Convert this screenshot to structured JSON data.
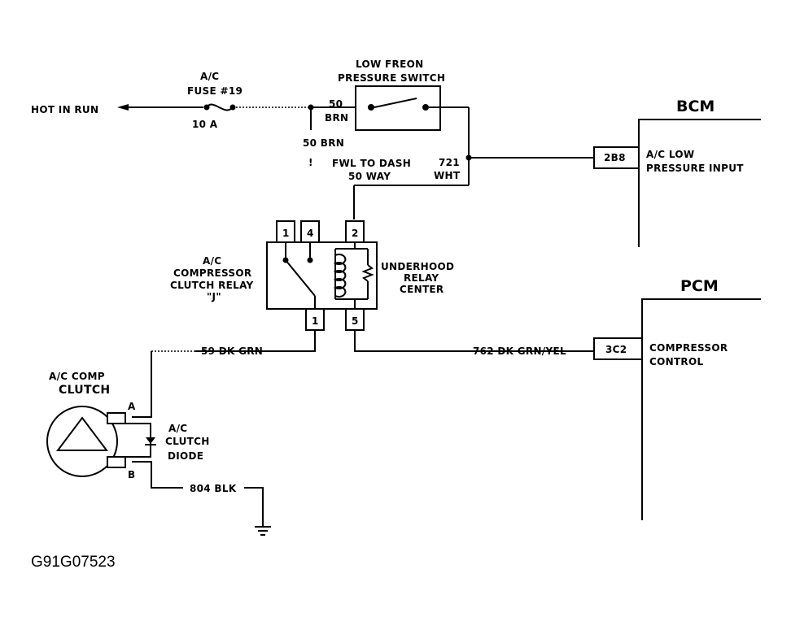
{
  "labels": {
    "hot_in_run": "HOT IN RUN",
    "fuse_line1": "A/C",
    "fuse_line2": "FUSE #19",
    "fuse_rating": "10 A",
    "wire_50_num": "50",
    "wire_50_color": "BRN",
    "wire_50_full": "50 BRN",
    "splice_mark": "!",
    "switch_line1": "LOW FREON",
    "switch_line2": "PRESSURE SWITCH",
    "connector_line1": "FWL TO DASH",
    "connector_line2": "50 WAY",
    "wire_721_num": "721",
    "wire_721_color": "WHT",
    "bcm_title": "BCM",
    "bcm_pin": "2B8",
    "bcm_input_line1": "A/C LOW",
    "bcm_input_line2": "PRESSURE INPUT",
    "relay_line1": "A/C",
    "relay_line2": "COMPRESSOR",
    "relay_line3": "CLUTCH RELAY",
    "relay_line4": "\"J\"",
    "relay_pins": [
      "1",
      "4",
      "2",
      "1",
      "5"
    ],
    "relay_center_line1": "UNDERHOOD",
    "relay_center_line2": "RELAY",
    "relay_center_line3": "CENTER",
    "pcm_title": "PCM",
    "pcm_pin": "3C2",
    "pcm_control_line1": "COMPRESSOR",
    "pcm_control_line2": "CONTROL",
    "wire_59": "59 DK GRN",
    "wire_762": "762 DK GRN/YEL",
    "clutch_line1": "A/C COMP",
    "clutch_line2": "CLUTCH",
    "terminal_a": "A",
    "terminal_b": "B",
    "diode_line1": "A/C",
    "diode_line2": "CLUTCH",
    "diode_line3": "DIODE",
    "wire_804": "804 BLK",
    "figure_id": "G91G07523"
  }
}
